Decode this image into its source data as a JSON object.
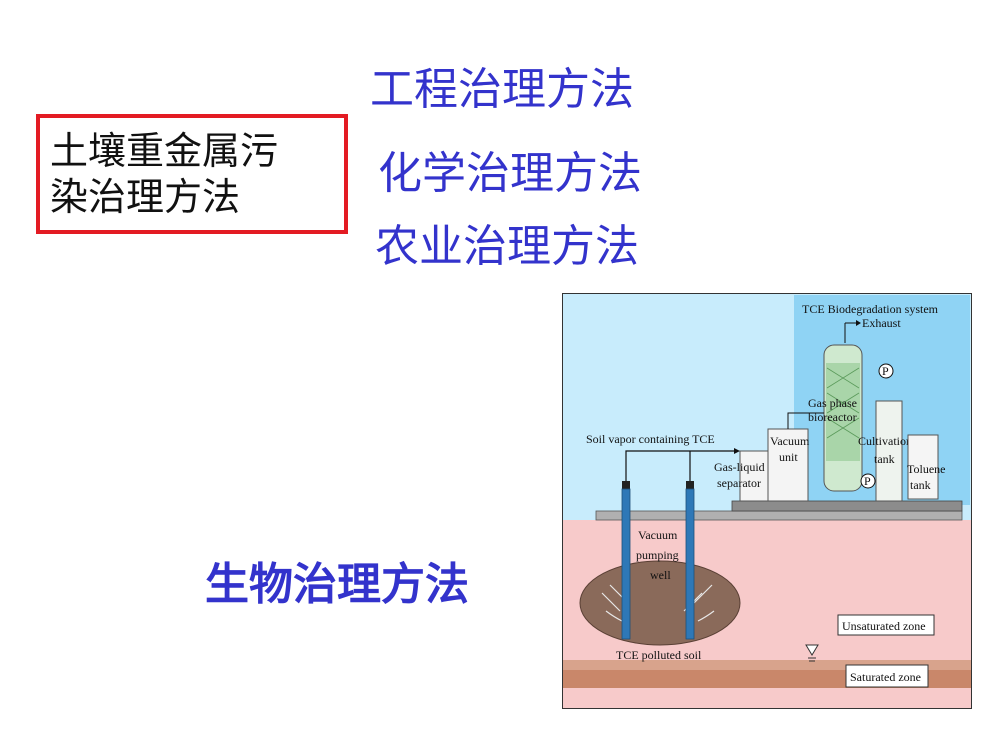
{
  "title_box": {
    "line1": "土壤重金属污",
    "line2": "染治理方法"
  },
  "methods": {
    "engineering": "工程治理方法",
    "chemical": "化学治理方法",
    "agricultural": "农业治理方法",
    "biological": "生物治理方法"
  },
  "diagram": {
    "system_title": "TCE Biodegradation system",
    "exhaust": "Exhaust",
    "pump_symbol": "P",
    "gas_phase_line1": "Gas phase",
    "gas_phase_line2": "bioreactor",
    "soil_vapor": "Soil vapor containing TCE",
    "vacuum_unit_line1": "Vacuum",
    "vacuum_unit_line2": "unit",
    "cultivation_line1": "Cultivation",
    "cultivation_line2": "tank",
    "separator_line1": "Gas-liquid",
    "separator_line2": "separator",
    "toluene_line1": "Toluene",
    "toluene_line2": "tank",
    "well_line1": "Vacuum",
    "well_line2": "pumping",
    "well_line3": "well",
    "unsaturated": "Unsaturated zone",
    "saturated": "Saturated zone",
    "polluted_soil": "TCE polluted soil"
  },
  "colors": {
    "method_text": "#3333cc",
    "box_border": "#e31b23",
    "sky": "#c8ecfc",
    "system_panel": "#8fd3f4",
    "soil": "#f7caca",
    "bottom_soil": "#c9876a"
  }
}
